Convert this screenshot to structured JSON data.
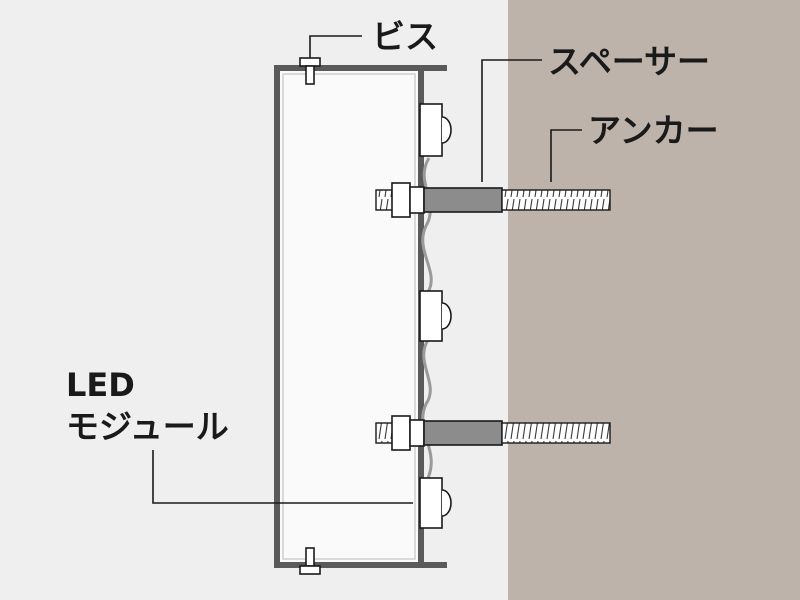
{
  "labels": {
    "screw": "ビス",
    "spacer": "スペーサー",
    "anchor": "アンカー",
    "led_line1": "LED",
    "led_line2": "モジュール"
  },
  "colors": {
    "background": "#efefef",
    "wall": "#beb3aa",
    "frame": "#5a5a5a",
    "panel": "#fafafa",
    "spacer": "#8c8c8c",
    "line": "#1a1a1a"
  }
}
